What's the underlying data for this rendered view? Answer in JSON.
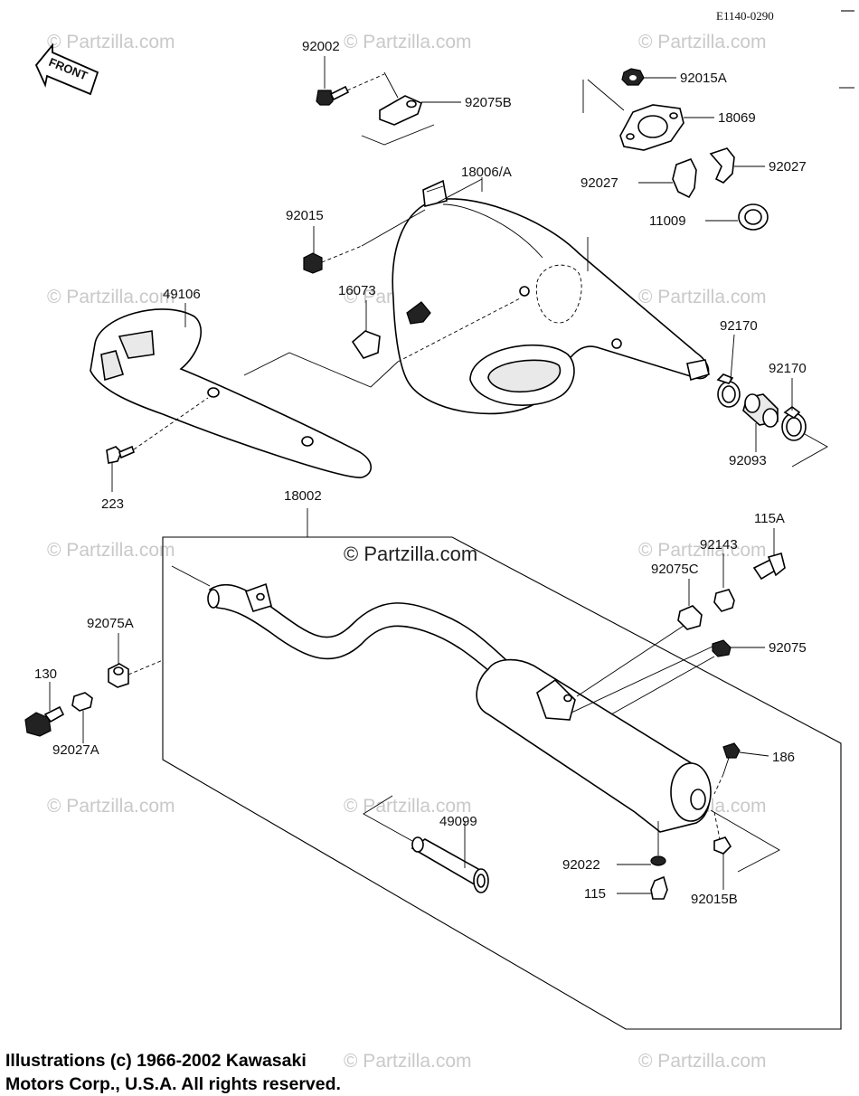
{
  "diagram": {
    "code": "E1140-0290",
    "front_label": "FRONT",
    "watermark": "© Partzilla.com",
    "main_watermark": "© Partzilla.com",
    "part_labels": [
      {
        "id": "p92002",
        "text": "92002"
      },
      {
        "id": "p92075B",
        "text": "92075B"
      },
      {
        "id": "p92015A",
        "text": "92015A"
      },
      {
        "id": "p18069",
        "text": "18069"
      },
      {
        "id": "p92027r",
        "text": "92027"
      },
      {
        "id": "p92027l",
        "text": "92027"
      },
      {
        "id": "p11009",
        "text": "11009"
      },
      {
        "id": "p18006A",
        "text": "18006/A"
      },
      {
        "id": "p92015",
        "text": "92015"
      },
      {
        "id": "p16073",
        "text": "16073"
      },
      {
        "id": "p49106",
        "text": "49106"
      },
      {
        "id": "p92170a",
        "text": "92170"
      },
      {
        "id": "p92170b",
        "text": "92170"
      },
      {
        "id": "p92093",
        "text": "92093"
      },
      {
        "id": "p223",
        "text": "223"
      },
      {
        "id": "p18002",
        "text": "18002"
      },
      {
        "id": "p115A",
        "text": "115A"
      },
      {
        "id": "p92143",
        "text": "92143"
      },
      {
        "id": "p92075C",
        "text": "92075C"
      },
      {
        "id": "p92075A",
        "text": "92075A"
      },
      {
        "id": "p92075",
        "text": "92075"
      },
      {
        "id": "p130",
        "text": "130"
      },
      {
        "id": "p92027A",
        "text": "92027A"
      },
      {
        "id": "p186",
        "text": "186"
      },
      {
        "id": "p49099",
        "text": "49099"
      },
      {
        "id": "p92022",
        "text": "92022"
      },
      {
        "id": "p115",
        "text": "115"
      },
      {
        "id": "p92015B",
        "text": "92015B"
      }
    ]
  },
  "copyright": {
    "line1": "Illustrations (c) 1966-2002 Kawasaki",
    "line2": "Motors Corp., U.S.A.  All rights reserved."
  }
}
